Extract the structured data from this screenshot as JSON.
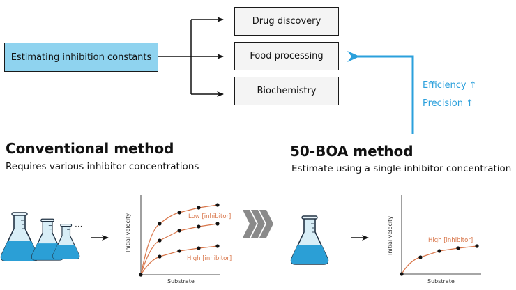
{
  "top": {
    "source_box": "Estimating inhibition constants",
    "applications": [
      "Drug discovery",
      "Food processing",
      "Biochemistry"
    ],
    "improvements": [
      "Efficiency ↑",
      "Precision ↑"
    ],
    "accent_color": "#2ba0dc",
    "source_box_color": "#8fd3ef"
  },
  "conventional": {
    "title": "Conventional method",
    "subtitle": "Requires various inhibitor concentrations",
    "ellipsis": "···",
    "chart": {
      "xlabel": "Substrate",
      "ylabel": "Initial velocity",
      "label_low": "Low [inhibitor]",
      "label_high": "High [inhibitor]"
    }
  },
  "boa": {
    "title": "50-BOA method",
    "subtitle": "Estimate using a single inhibitor concentration",
    "chart": {
      "xlabel": "Substrate",
      "ylabel": "Initial velocity",
      "label_high": "High [inhibitor]"
    }
  },
  "curve_color": "#d9764a"
}
